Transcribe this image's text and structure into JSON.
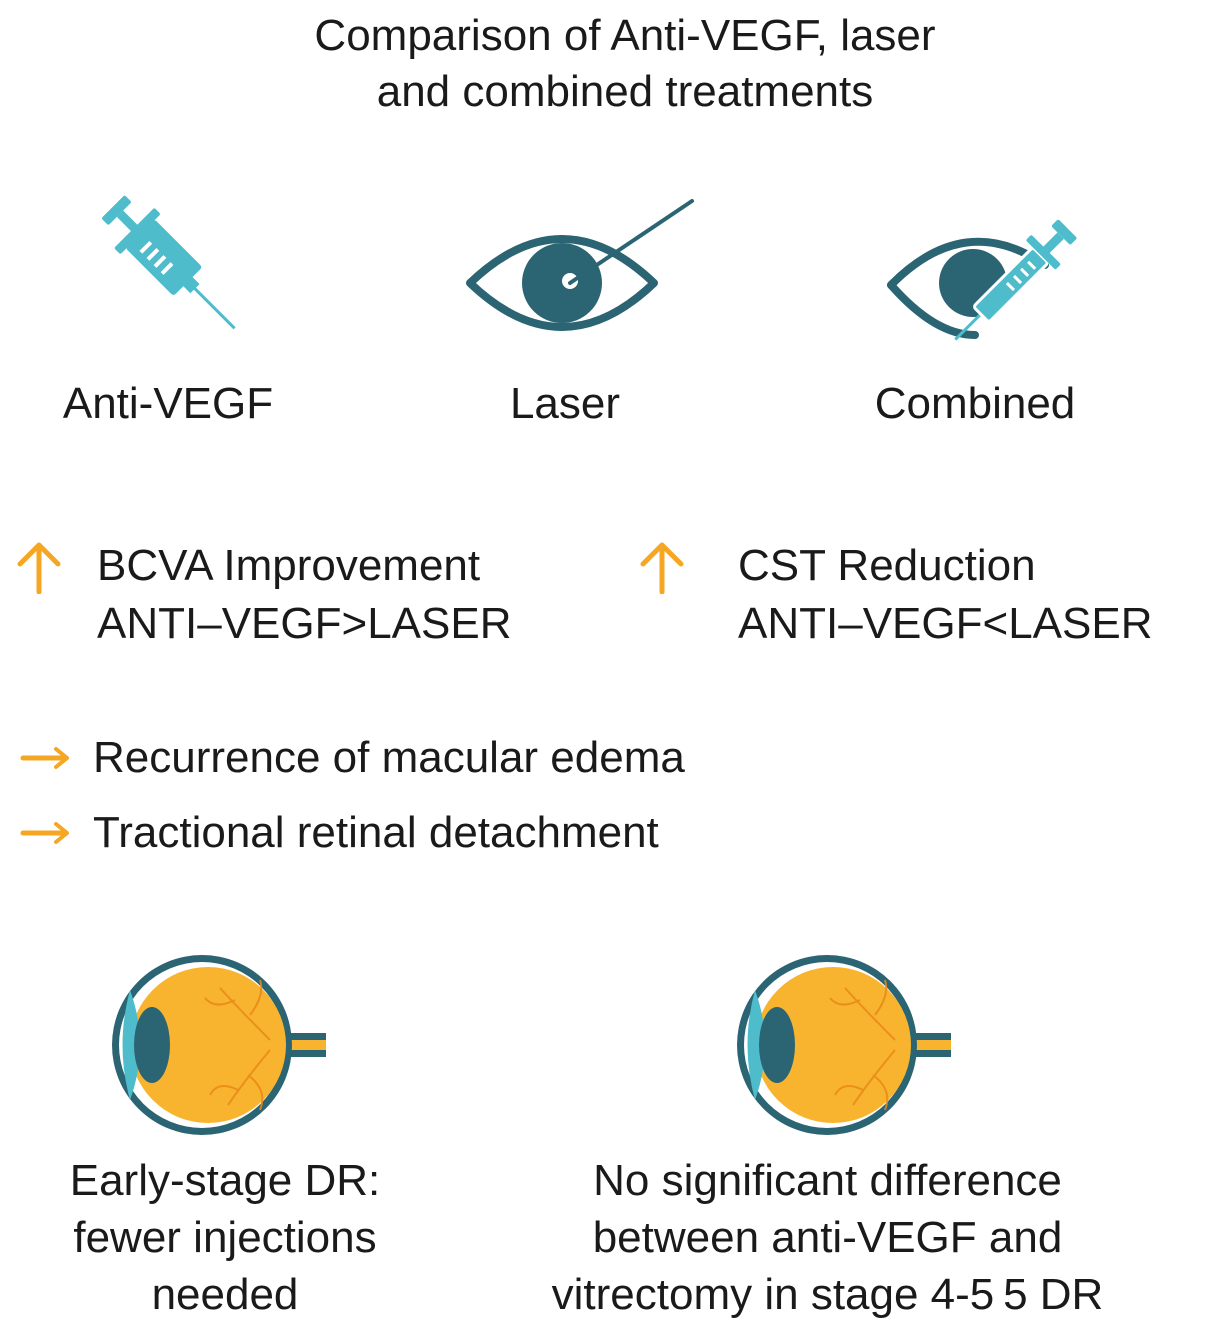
{
  "title": {
    "line1": "Comparison of Anti-VEGF, laser",
    "line2": "and combined treatments"
  },
  "treatments": [
    {
      "label": "Anti-VEGF",
      "icon": "syringe-icon"
    },
    {
      "label": "Laser",
      "icon": "laser-eye-icon"
    },
    {
      "label": "Combined",
      "icon": "eye-syringe-icon"
    }
  ],
  "outcomes": [
    {
      "icon": "up-arrow-icon",
      "line1": "BCVA Improvement",
      "line2": "ANTI–VEGF>LASER"
    },
    {
      "icon": "up-arrow-icon",
      "line1": "CST Reduction",
      "line2": "ANTI–VEGF<LASER"
    }
  ],
  "complications": [
    {
      "icon": "right-arrow-icon",
      "label": "Recurrence of macular edema"
    },
    {
      "icon": "right-arrow-icon",
      "label": "Tractional retinal detachment"
    }
  ],
  "findings": [
    {
      "icon": "eyeball-icon",
      "line1": "Early-stage DR:",
      "line2": "fewer injections",
      "line3": "needed"
    },
    {
      "icon": "eyeball-icon",
      "line1": "No significant difference",
      "line2": "between anti-VEGF and",
      "line3": "vitrectomy in stage 4-5 5 DR"
    }
  ],
  "colors": {
    "teal": "#4fbccb",
    "dark_teal": "#2b6473",
    "orange": "#f5a623",
    "eyeball_yellow": "#f8b42e",
    "text": "#1a1a1a"
  }
}
